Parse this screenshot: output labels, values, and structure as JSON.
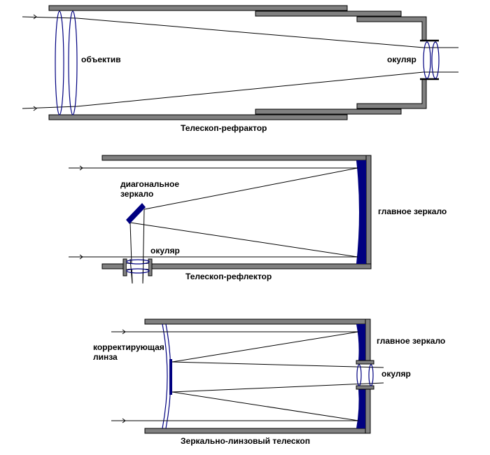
{
  "colors": {
    "tube": "#808080",
    "optics": "#000080",
    "ray": "#000000",
    "background": "#ffffff"
  },
  "refractor": {
    "title": "Телескоп-рефрактор",
    "objective_label": "объектив",
    "eyepiece_label": "окуляр"
  },
  "reflector": {
    "title": "Телескоп-рефлектор",
    "diagonal_mirror_label_line1": "диагональное",
    "diagonal_mirror_label_line2": "зеркало",
    "primary_mirror_label": "главное зеркало",
    "eyepiece_label": "окуляр"
  },
  "catadioptric": {
    "title": "Зеркально-линзовый телескоп",
    "corrector_label_line1": "корректирующая",
    "corrector_label_line2": "линза",
    "primary_mirror_label": "главное зеркало",
    "eyepiece_label": "окуляр"
  }
}
